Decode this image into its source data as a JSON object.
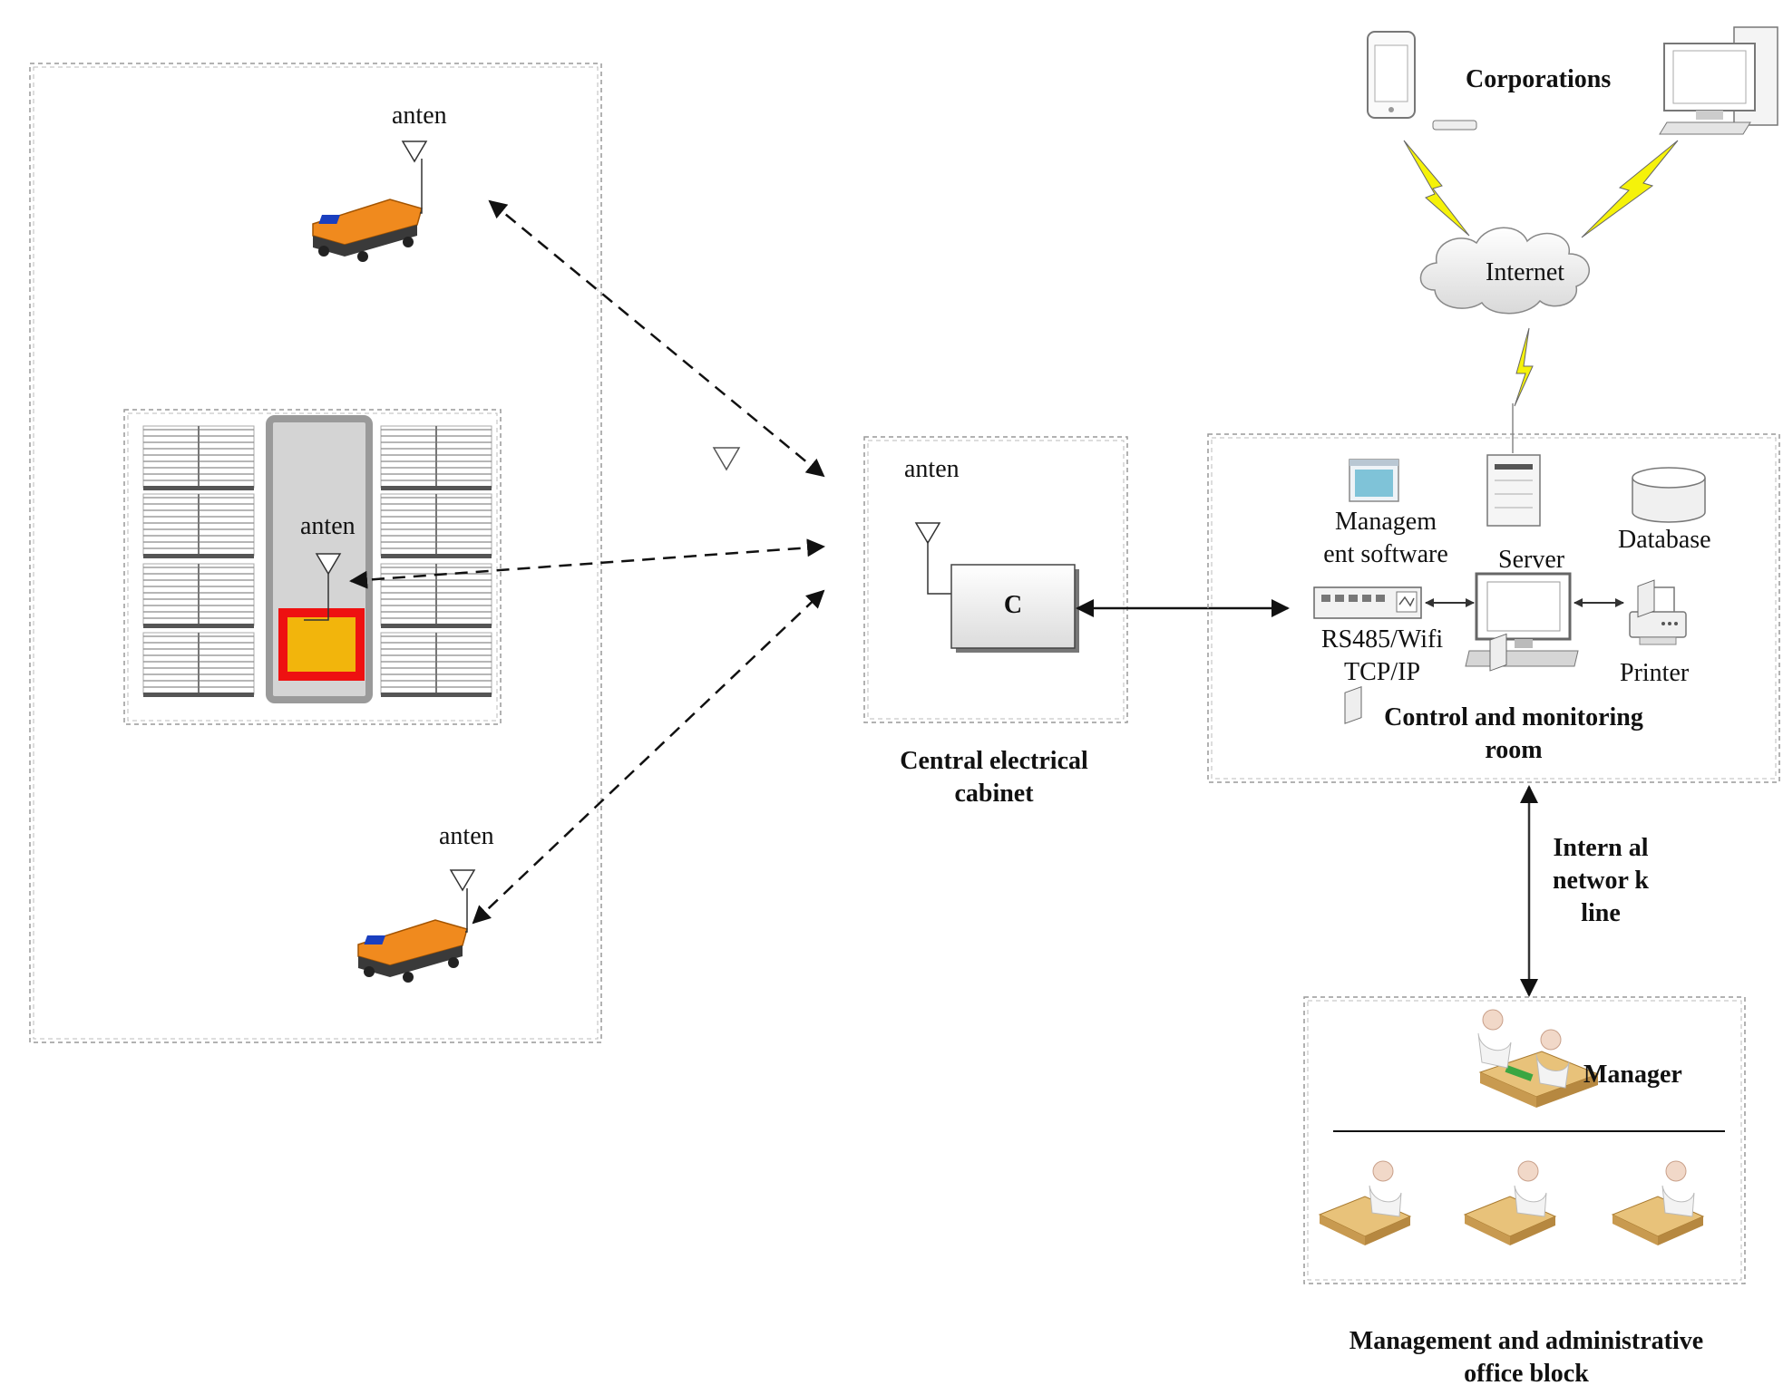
{
  "warehouse": {
    "agv_top_antenna": "anten",
    "rack_antenna": "anten",
    "agv_bottom_antenna": "anten"
  },
  "cabinet": {
    "antenna": "anten",
    "controller": "C",
    "title": "Central electrical cabinet"
  },
  "control_room": {
    "management_software": "Managem ent software",
    "server": "Server",
    "database": "Database",
    "network": "RS485/Wifi TCP/IP",
    "printer": "Printer",
    "title": "Control and monitoring room"
  },
  "cloud": {
    "internet": "Internet",
    "corporations": "Corporations"
  },
  "link": {
    "internal_network": "Intern al networ k line"
  },
  "office": {
    "manager": "Manager",
    "title": "Management and administrative office block"
  },
  "colors": {
    "agv_orange": "#f08a1e",
    "lightning_yellow": "#f5f20a",
    "desk_tan": "#e8c27a",
    "frame_red": "#ee1111",
    "frame_gold": "#f2b50c"
  }
}
